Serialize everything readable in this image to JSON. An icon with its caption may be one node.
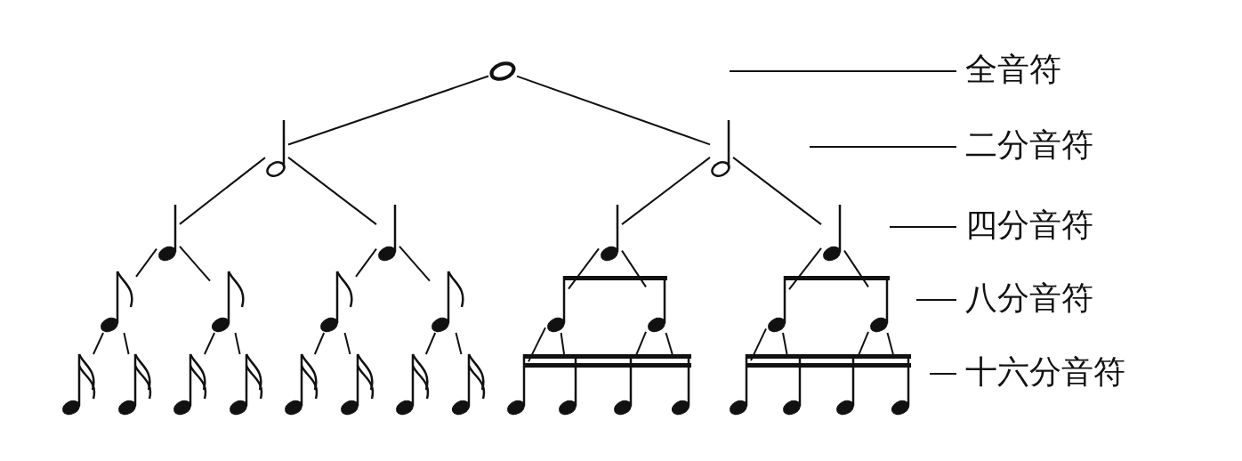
{
  "diagram": {
    "nodes": [
      {
        "text": [],
        "shape": "circle"
      },
      {
        "text": [],
        "shape": "picture"
      },
      {
        "text": [],
        "shape": "picture"
      },
      {
        "text": [],
        "shape": "picture"
      },
      {
        "text": [],
        "shape": "picture"
      },
      {
        "text": [],
        "shape": "picture"
      },
      {
        "text": [],
        "shape": "picture"
      },
      {
        "text": [],
        "shape": "picture"
      },
      {
        "text": [],
        "shape": "picture"
      },
      {
        "text": [],
        "shape": "picture"
      },
      {
        "text": [],
        "shape": "picture"
      },
      {
        "text": [],
        "shape": "picture"
      },
      {
        "text": [],
        "shape": "picture"
      },
      {
        "text": [],
        "shape": "picture"
      },
      {
        "text": [],
        "shape": "picture"
      },
      {
        "text": [],
        "shape": "picture"
      },
      {
        "text": [],
        "shape": "picture"
      },
      {
        "text": [],
        "shape": "picture"
      },
      {
        "text": [],
        "shape": "picture"
      },
      {
        "text": [],
        "shape": "picture"
      },
      {
        "text": [],
        "shape": "picture"
      },
      {
        "text": [],
        "shape": "picture"
      },
      {
        "text": [],
        "shape": "picture"
      },
      {
        "text": [],
        "shape": "picture"
      },
      {
        "text": [],
        "shape": "picture"
      },
      {
        "text": [],
        "shape": "picture"
      },
      {
        "text": [],
        "shape": "picture"
      },
      {
        "text": [],
        "shape": "picture"
      },
      {
        "text": [],
        "shape": "picture"
      },
      {
        "text": [],
        "shape": "picture"
      },
      {
        "text": [],
        "shape": "picture"
      }
    ],
    "edges": [
      {
        "from": 0,
        "to": 1,
        "arrow": "none"
      },
      {
        "from": 0,
        "to": 2,
        "arrow": "none"
      },
      {
        "from": 1,
        "to": 3,
        "arrow": "none"
      },
      {
        "from": 1,
        "to": 4,
        "arrow": "none"
      },
      {
        "from": 2,
        "to": 5,
        "arrow": "none"
      },
      {
        "from": 2,
        "to": 6,
        "arrow": "none"
      },
      {
        "from": 3,
        "to": 7,
        "arrow": "none"
      },
      {
        "from": 3,
        "to": 8,
        "arrow": "none"
      },
      {
        "from": 4,
        "to": 9,
        "arrow": "none"
      },
      {
        "from": 4,
        "to": 10,
        "arrow": "none"
      },
      {
        "from": 5,
        "to": 11,
        "arrow": "none"
      },
      {
        "from": 5,
        "to": 12,
        "arrow": "none"
      },
      {
        "from": 6,
        "to": 13,
        "arrow": "none"
      },
      {
        "from": 6,
        "to": 14,
        "arrow": "none"
      },
      {
        "from": 7,
        "to": 15,
        "arrow": "none"
      },
      {
        "from": 7,
        "to": 16,
        "arrow": "none"
      },
      {
        "from": 8,
        "to": 17,
        "arrow": "none"
      },
      {
        "from": 8,
        "to": 18,
        "arrow": "none"
      },
      {
        "from": 9,
        "to": 19,
        "arrow": "none"
      },
      {
        "from": 9,
        "to": 20,
        "arrow": "none"
      },
      {
        "from": 10,
        "to": 21,
        "arrow": "none"
      },
      {
        "from": 10,
        "to": 22,
        "arrow": "none"
      },
      {
        "from": 11,
        "to": 23,
        "arrow": "none"
      },
      {
        "from": 11,
        "to": 24,
        "arrow": "none"
      },
      {
        "from": 12,
        "to": 25,
        "arrow": "none"
      },
      {
        "from": 12,
        "to": 26,
        "arrow": "none"
      },
      {
        "from": 13,
        "to": 27,
        "arrow": "none"
      },
      {
        "from": 13,
        "to": 28,
        "arrow": "none"
      },
      {
        "from": 14,
        "to": 29,
        "arrow": "none"
      },
      {
        "from": 14,
        "to": 30,
        "arrow": "none"
      }
    ],
    "labels": [
      "全音符",
      "二分音符",
      "四分音符",
      "八分音符",
      "十六分音符"
    ]
  }
}
